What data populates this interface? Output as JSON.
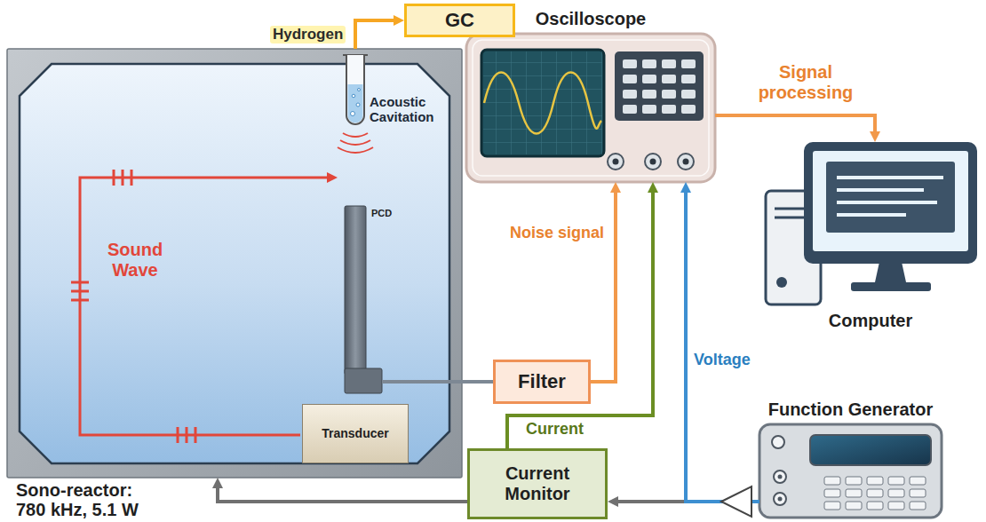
{
  "diagram": {
    "nodes": [
      {
        "text": [
          "GC"
        ]
      },
      {
        "text": [
          "Oscilloscope"
        ]
      },
      {
        "text": [
          "Sono-reactor: 780 kHz, 5.1 W"
        ]
      },
      {
        "text": [
          "PCD"
        ],
        "in": 2
      },
      {
        "text": [
          "Transducer"
        ],
        "in": 2
      },
      {
        "text": [
          "Computer"
        ]
      },
      {
        "text": [
          "Filter"
        ]
      },
      {
        "text": [
          "Current Monitor"
        ]
      },
      {
        "text": [
          "Function Generator"
        ]
      }
    ],
    "edges": [
      {
        "from": 2,
        "to": 0,
        "label": "Hydrogen",
        "arrow": "to"
      },
      {
        "from": 3,
        "to": 6,
        "arrow": "none"
      },
      {
        "from": 6,
        "to": 1,
        "label": "Noise signal",
        "arrow": "to"
      },
      {
        "from": 7,
        "to": 1,
        "label": "Current",
        "arrow": "to"
      },
      {
        "from": 8,
        "to": 7,
        "arrow": "to"
      },
      {
        "from": 8,
        "to": 1,
        "label": "Voltage",
        "arrow": "to"
      },
      {
        "from": 7,
        "to": 2,
        "arrow": "to"
      },
      {
        "from": 1,
        "to": 5,
        "label": "Signal processing",
        "arrow": "to"
      }
    ],
    "labels": [
      "Acoustic Cavitation",
      "Sound Wave"
    ]
  }
}
